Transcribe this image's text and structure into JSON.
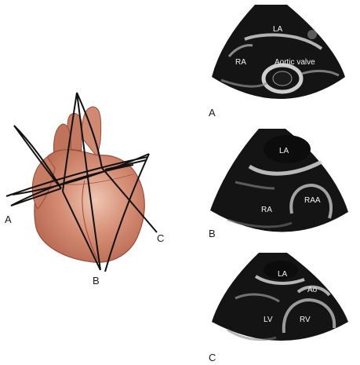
{
  "heart_diagram": {
    "plane_labels": {
      "a": "A",
      "b": "B",
      "c": "C"
    }
  },
  "panels": [
    {
      "letter": "A",
      "structures": [
        "LA",
        "RA",
        "Aortic valve"
      ]
    },
    {
      "letter": "B",
      "structures": [
        "LA",
        "RA",
        "RAA"
      ]
    },
    {
      "letter": "C",
      "structures": [
        "LA",
        "Ao",
        "LV",
        "RV"
      ]
    }
  ],
  "colors": {
    "heart_fill": "#c97b63",
    "heart_highlight": "#e7b8a2",
    "heart_outline": "#9a4a3a",
    "plane_lines": "#111111",
    "echo_background": "#141414",
    "echo_bright": "#d9d9d9"
  }
}
